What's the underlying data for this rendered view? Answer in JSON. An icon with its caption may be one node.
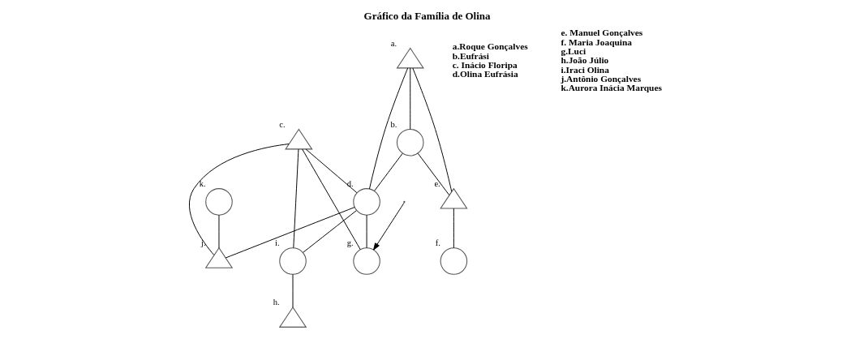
{
  "diagram": {
    "title": "Gráfico da Família de Olina",
    "nodes": [
      {
        "text": [],
        "shape": "triangle",
        "beside": [
          "a."
        ]
      },
      {
        "text": [],
        "shape": "circle",
        "beside": [
          "b."
        ]
      },
      {
        "text": [],
        "shape": "triangle",
        "beside": [
          "c."
        ]
      },
      {
        "text": [],
        "shape": "circle",
        "beside": [
          "d."
        ]
      },
      {
        "text": [],
        "shape": "triangle",
        "beside": [
          "e."
        ]
      },
      {
        "text": [],
        "shape": "circle",
        "beside": [
          "f."
        ]
      },
      {
        "text": [],
        "shape": "circle",
        "beside": [
          "k."
        ]
      },
      {
        "text": [],
        "shape": "triangle",
        "beside": [
          "j."
        ]
      },
      {
        "text": [],
        "shape": "circle",
        "beside": [
          "i."
        ]
      },
      {
        "text": [],
        "shape": "triangle",
        "beside": [
          "h."
        ]
      },
      {
        "text": [],
        "shape": "circle",
        "beside": [
          "g."
        ]
      }
    ],
    "edges": [
      {
        "from": 0,
        "to": 1,
        "arrow": "none"
      },
      {
        "from": 0,
        "to": 3,
        "arrow": "none"
      },
      {
        "from": 1,
        "to": 3,
        "arrow": "none"
      },
      {
        "from": 0,
        "to": 4,
        "arrow": "none"
      },
      {
        "from": 1,
        "to": 4,
        "arrow": "none"
      },
      {
        "from": 2,
        "to": 3,
        "arrow": "none"
      },
      {
        "from": 4,
        "to": 5,
        "arrow": "none"
      },
      {
        "from": 2,
        "to": 7,
        "arrow": "none"
      },
      {
        "from": 3,
        "to": 7,
        "arrow": "none"
      },
      {
        "from": 2,
        "to": 8,
        "arrow": "none"
      },
      {
        "from": 3,
        "to": 8,
        "arrow": "none"
      },
      {
        "from": 2,
        "to": 10,
        "arrow": "none"
      },
      {
        "from": 3,
        "to": 10,
        "arrow": "none"
      },
      {
        "from": 6,
        "to": 7,
        "arrow": "none"
      },
      {
        "from": 8,
        "to": 9,
        "arrow": "none"
      },
      {
        "from": null,
        "to": 10,
        "arrow": "to"
      }
    ],
    "labels": [
      "a.Roque Gonçalves",
      "b.Eufrási",
      "c. Inácio Floripa",
      "d.Olina Eufrásia",
      "e. Manuel Gonçalves",
      "f. Maria Joaquina",
      "g.Luci",
      "h.João Júlio",
      "i.Iraci Olina",
      "j.Antônio Gonçalves",
      "k.Aurora Inácia Marques"
    ]
  }
}
